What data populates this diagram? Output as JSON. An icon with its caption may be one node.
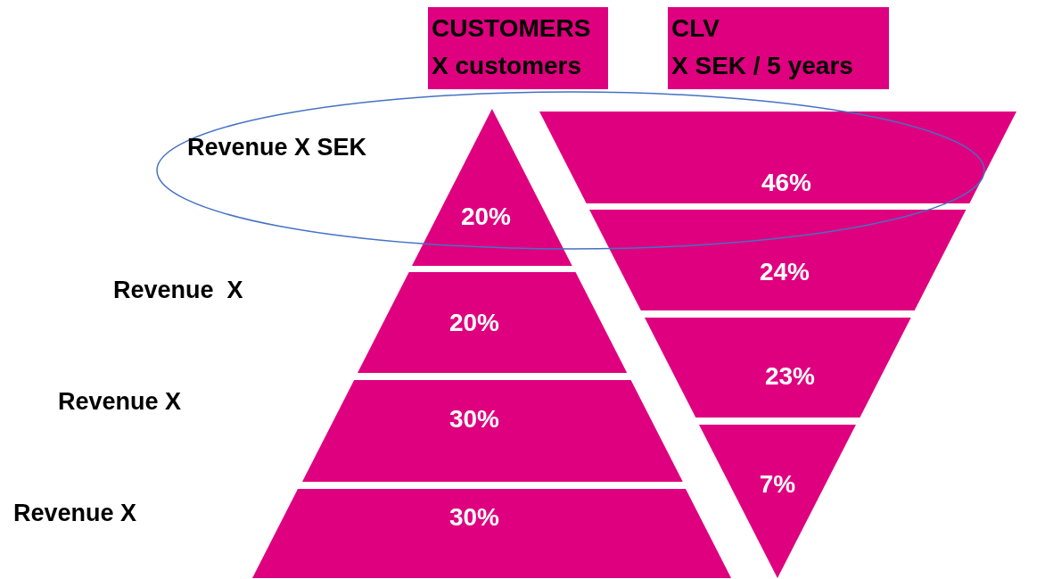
{
  "diagram": {
    "nodes": [
      {
        "text": [
          "CUSTOMERS",
          "X customers"
        ]
      },
      {
        "text": [
          "CLV",
          "X SEK / 5 years"
        ]
      },
      {
        "text": [
          "Revenue X SEK"
        ]
      },
      {
        "text": [
          "20%"
        ]
      },
      {
        "text": [
          "20%"
        ]
      },
      {
        "text": [
          "30%"
        ]
      },
      {
        "text": [
          "30%"
        ]
      },
      {
        "text": [
          "46%"
        ]
      },
      {
        "text": [
          "24%"
        ]
      },
      {
        "text": [
          "23%"
        ]
      },
      {
        "text": [
          "7%"
        ]
      }
    ],
    "labels": [
      "Revenue  X",
      "Revenue X",
      "Revenue X"
    ]
  }
}
